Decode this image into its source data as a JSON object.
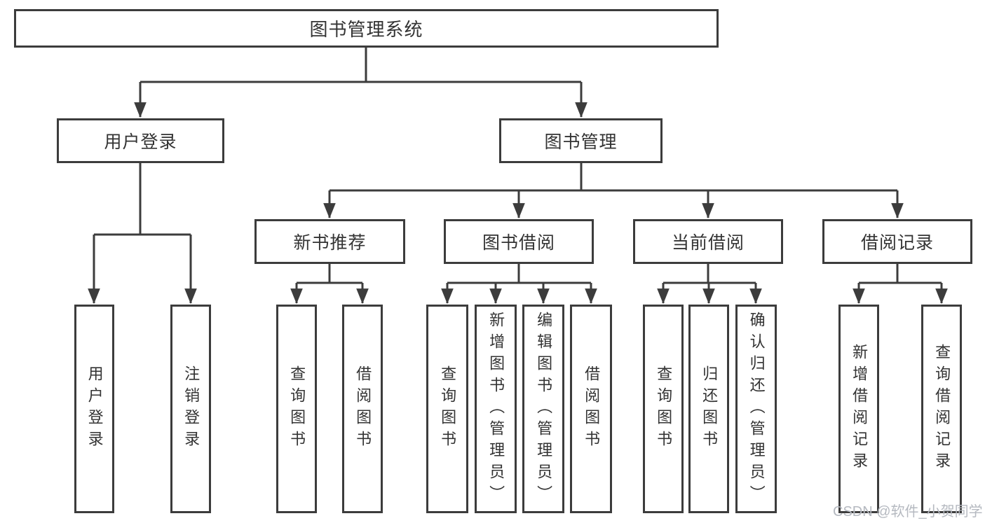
{
  "diagram": {
    "tree": {
      "label": "图书管理系统",
      "children": [
        {
          "label": "用户登录",
          "children": [
            {
              "label": "用户登录"
            },
            {
              "label": "注销登录"
            }
          ]
        },
        {
          "label": "图书管理",
          "children": [
            {
              "label": "新书推荐",
              "children": [
                {
                  "label": "查询图书"
                },
                {
                  "label": "借阅图书"
                }
              ]
            },
            {
              "label": "图书借阅",
              "children": [
                {
                  "label": "查询图书"
                },
                {
                  "label": "新增图书（管理员）"
                },
                {
                  "label": "编辑图书（管理员）"
                },
                {
                  "label": "借阅图书"
                }
              ]
            },
            {
              "label": "当前借阅",
              "children": [
                {
                  "label": "查询图书"
                },
                {
                  "label": "归还图书"
                },
                {
                  "label": "确认归还（管理员）"
                }
              ]
            },
            {
              "label": "借阅记录",
              "children": [
                {
                  "label": "新增借阅记录"
                },
                {
                  "label": "查询借阅记录"
                }
              ]
            }
          ]
        }
      ]
    }
  },
  "watermark": {
    "text": "CSDN @软件_小贺同学"
  },
  "colors": {
    "line": "#3c3c3c",
    "text": "#333333",
    "watermark": "#b5b9c0",
    "background": "#ffffff"
  }
}
